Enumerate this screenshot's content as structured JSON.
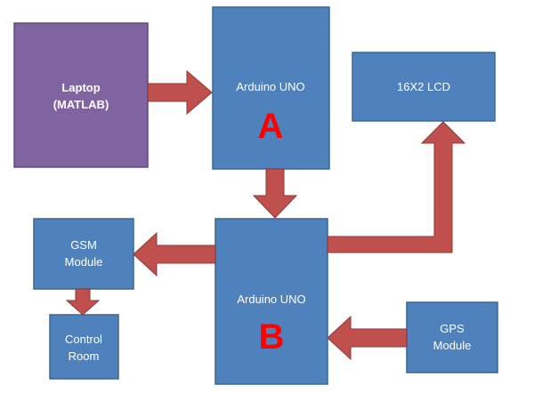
{
  "colors": {
    "box_blue": "#4f81bd",
    "box_blue_border": "#3a6797",
    "laptop_purple": "#8064a2",
    "laptop_border": "#5f4a7b",
    "arrow_red": "#c0504d",
    "arrow_border": "#8c3836",
    "letter_red": "#ff0000"
  },
  "nodes": {
    "laptop": {
      "line1": "Laptop",
      "line2": "(MATLAB)"
    },
    "arduino_a": {
      "label": "Arduino UNO",
      "letter": "A"
    },
    "lcd": {
      "label": "16X2 LCD"
    },
    "arduino_b": {
      "label": "Arduino UNO",
      "letter": "B"
    },
    "gsm": {
      "line1": "GSM",
      "line2": "Module"
    },
    "control_room": {
      "line1": "Control",
      "line2": "Room"
    },
    "gps": {
      "line1": "GPS",
      "line2": "Module"
    }
  }
}
